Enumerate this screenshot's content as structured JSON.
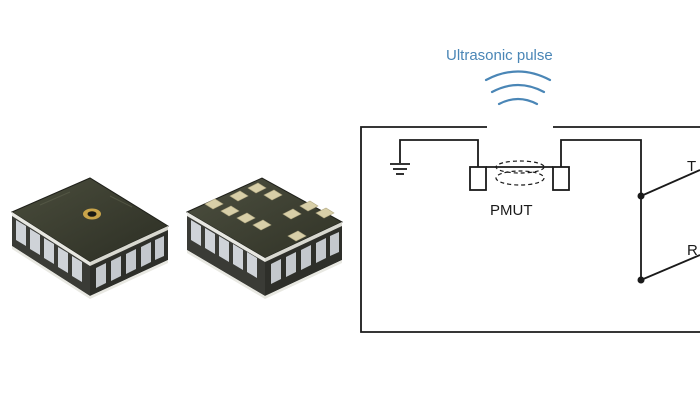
{
  "diagram": {
    "pulse_label": "Ultrasonic pulse",
    "pmut_label": "PMUT",
    "switch_t_label": "T",
    "switch_r_label": "R"
  },
  "colors": {
    "pulse": "#4a86b6",
    "wire": "#1a1a1a",
    "chip_body": "#3a3d30",
    "pad": "#d8cfa8"
  },
  "icons": [
    "sound-wave-icon",
    "ground-icon"
  ]
}
